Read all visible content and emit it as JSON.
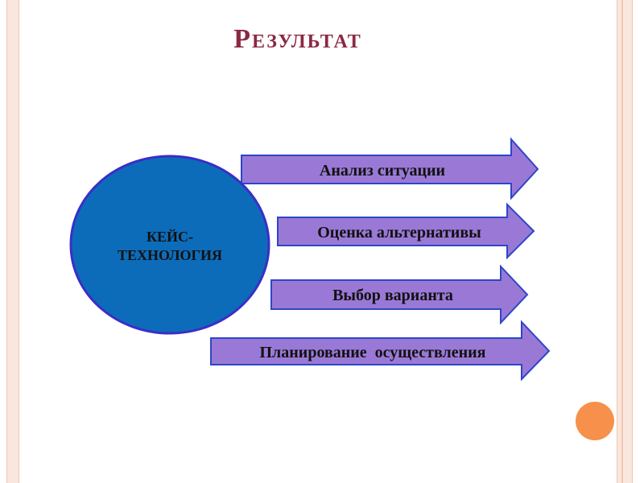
{
  "slide": {
    "title": "Результат"
  },
  "diagram": {
    "center": {
      "line1": "КЕЙС-",
      "line2": "ТЕХНОЛОГИЯ"
    },
    "arrows": [
      {
        "label": "Анализ ситуации"
      },
      {
        "label": "Оценка альтернативы"
      },
      {
        "label": "Выбор варианта"
      },
      {
        "label": "Планирование  осуществления"
      }
    ]
  },
  "colors": {
    "title": "#8b2942",
    "circle_fill": "#0c6cb9",
    "circle_stroke": "#3a2ec8",
    "arrow_fill": "#9a79d6",
    "arrow_stroke": "#2f45c8",
    "accent_dot": "#f7904a",
    "border_band": "#f9e6dc"
  }
}
